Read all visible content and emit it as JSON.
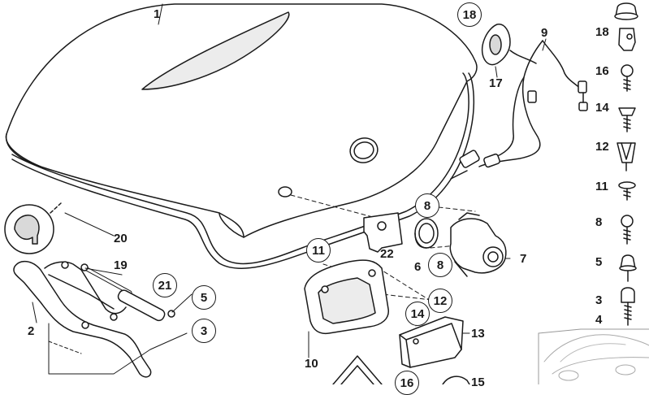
{
  "callouts": {
    "trunk_lid": "1",
    "hinge": "2",
    "part_3": "3",
    "part_5": "5",
    "lock": "7",
    "ring_upper": "8",
    "ring_lower": "8",
    "cable": "9",
    "trim_panel": "10",
    "panel_circle": "11",
    "panel_clip": "12",
    "handle": "13",
    "screw_14": "14",
    "badge_16": "16",
    "cover_17": "17",
    "handle_18": "18",
    "gas_strut": "19",
    "seal": "20",
    "strut_circle": "21",
    "bracket": "22",
    "grommet": "6",
    "partial_15": "15"
  },
  "sidebar": {
    "items": [
      {
        "label": "18"
      },
      {
        "label": "16"
      },
      {
        "label": "14"
      },
      {
        "label": "12"
      },
      {
        "label": "11"
      },
      {
        "label": "8"
      },
      {
        "label": "5"
      },
      {
        "label": "3"
      },
      {
        "label": "4"
      }
    ]
  },
  "colors": {
    "line": "#1a1a1a",
    "fill": "#ffffff",
    "shade": "#d9d9d9"
  }
}
